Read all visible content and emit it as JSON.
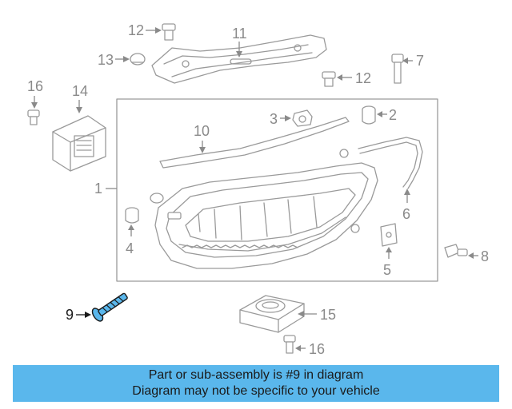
{
  "callouts": {
    "c1": "1",
    "c2": "2",
    "c3": "3",
    "c4": "4",
    "c5": "5",
    "c6": "6",
    "c7": "7",
    "c8": "8",
    "c9": "9",
    "c10": "10",
    "c11": "11",
    "c12a": "12",
    "c12b": "12",
    "c13": "13",
    "c14": "14",
    "c15": "15",
    "c16a": "16",
    "c16b": "16"
  },
  "highlight": {
    "part_number": "9",
    "color": "#5ab7ec"
  },
  "banner": {
    "line1": "Part or sub-assembly is #9 in diagram",
    "line2": "Diagram may not be specific to your vehicle"
  }
}
